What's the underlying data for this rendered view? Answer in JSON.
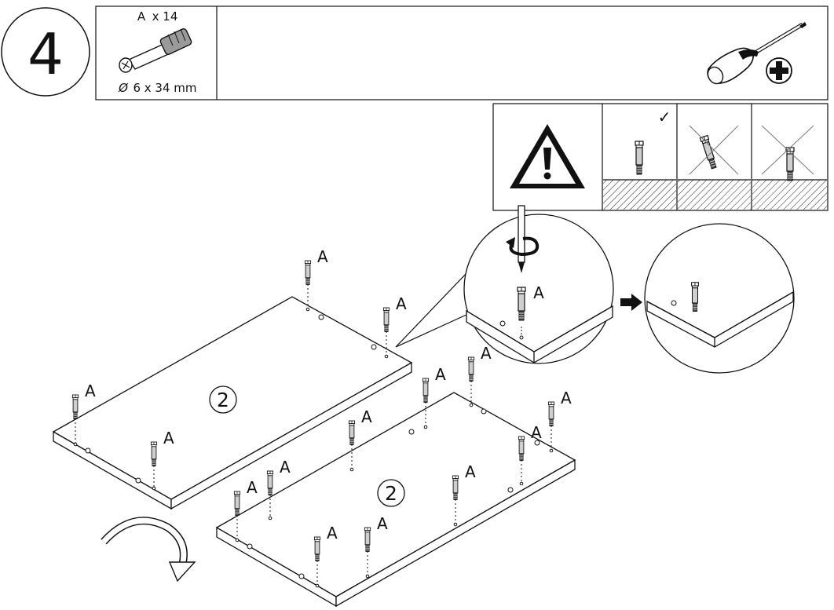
{
  "step": {
    "number": "4"
  },
  "parts_box": {
    "part_label": "A",
    "quantity": "x 14",
    "dimensions": "6 x 34 mm",
    "dimension_symbol": "Ø"
  },
  "tools": {
    "icons": [
      "screwdriver-icon",
      "phillips-head-icon"
    ]
  },
  "warning_panel": {
    "icons": [
      "warning-icon",
      "correct-install-icon",
      "wrong-tilted-install-icon",
      "wrong-shallow-install-icon"
    ],
    "status_marks": [
      "✓",
      "✗",
      "✗"
    ]
  },
  "panels": {
    "part_number": "2"
  },
  "dowel_label": "A",
  "colors": {
    "ink": "#111111",
    "paper": "#ffffff",
    "dowel_gray": "#bdbdbd"
  }
}
